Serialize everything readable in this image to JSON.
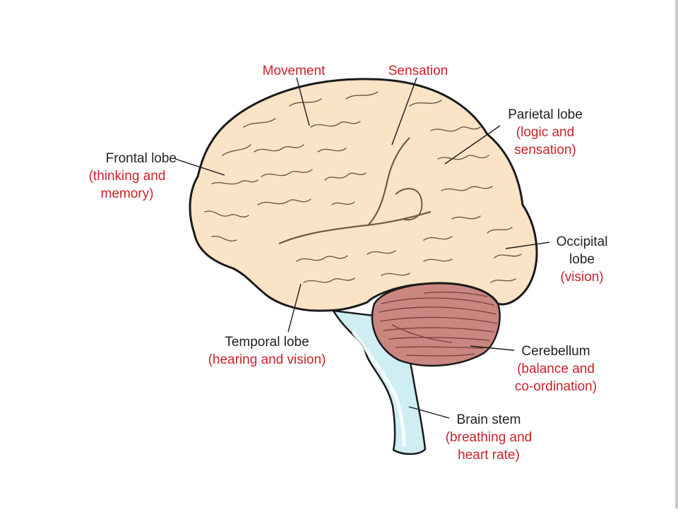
{
  "colors": {
    "function_text": "#cc2229",
    "name_text": "#222222",
    "cerebrum_fill": "#fbe3c6",
    "cerebrum_stroke": "#1a1a1a",
    "sulci": "#6e5a45",
    "cerebellum_fill": "#c98780",
    "cerebellum_lines": "#7a3f3a",
    "brainstem_fill": "#cfeef3"
  },
  "labels": {
    "movement": {
      "function": "Movement"
    },
    "sensation": {
      "function": "Sensation"
    },
    "frontal": {
      "name": "Frontal lobe",
      "function_line1": "(thinking and",
      "function_line2": "memory)"
    },
    "parietal": {
      "name": "Parietal lobe",
      "function_line1": "(logic and",
      "function_line2": "sensation)"
    },
    "occipital": {
      "name_line1": "Occipital",
      "name_line2": "lobe",
      "function": "(vision)"
    },
    "temporal": {
      "name": "Temporal lobe",
      "function": "(hearing and vision)"
    },
    "cerebellum": {
      "name": "Cerebellum",
      "function_line1": "(balance and",
      "function_line2": "co-ordination)"
    },
    "brainstem": {
      "name": "Brain stem",
      "function_line1": "(breathing and",
      "function_line2": "heart rate)"
    }
  }
}
